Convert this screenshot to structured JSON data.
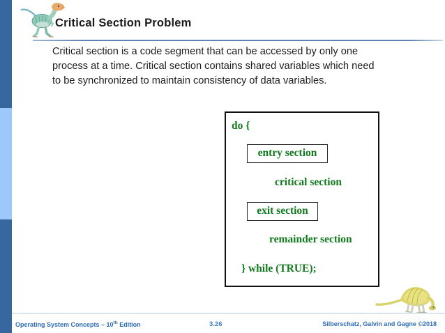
{
  "slide": {
    "title": "Critical Section Problem",
    "body": "Critical section is a code segment that can be accessed by only one process at a time. Critical section contains shared variables which need to be synchronized to maintain consistency of data variables."
  },
  "code_block": {
    "do_line": "do {",
    "entry_section": "entry section",
    "critical_section": "critical section",
    "exit_section": "exit section",
    "remainder_section": "remainder section",
    "while_line": "} while (TRUE);"
  },
  "footer": {
    "left_main": "Operating System Concepts – 10",
    "left_sup": "th",
    "left_tail": " Edition",
    "page_number": "3.26",
    "right": "Silberschatz, Galvin and Gagne ©2018"
  },
  "colors": {
    "sidebar_dark": "#36679e",
    "sidebar_light": "#9cc8fb",
    "code_green": "#127a1e",
    "footer_blue": "#2d6cb5",
    "rule_blue": "#5d85b5"
  },
  "icons": {
    "header_logo": "dinosaur-theropod-icon",
    "footer_logo": "dinosaur-sauropod-icon"
  }
}
